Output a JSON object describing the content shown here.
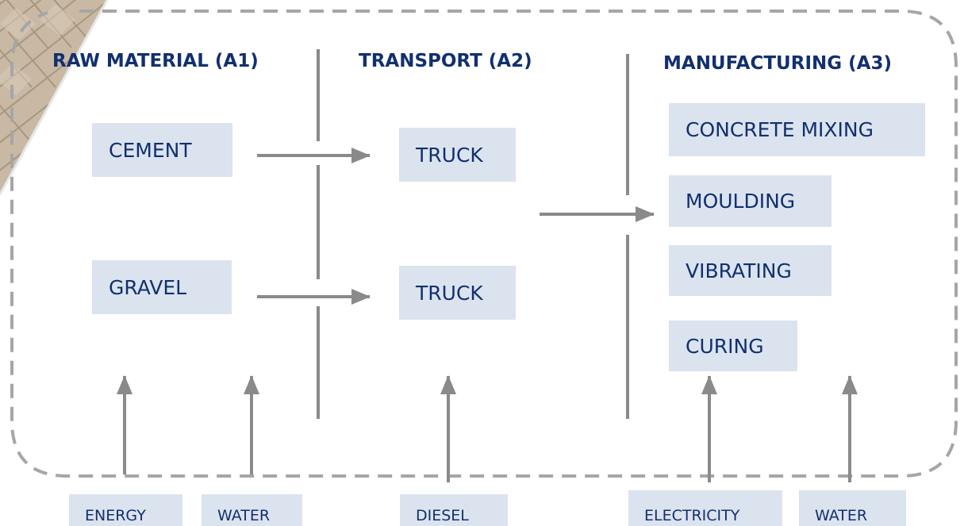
{
  "headings": {
    "a1": "RAW MATERIAL (A1)",
    "a2": "TRANSPORT (A2)",
    "a3": "MANUFACTURING (A3)"
  },
  "raw_materials": [
    "CEMENT",
    "GRAVEL"
  ],
  "transport": [
    "TRUCK",
    "TRUCK"
  ],
  "manufacturing": [
    "CONCRETE MIXING",
    "MOULDING",
    "VIBRATING",
    "CURING"
  ],
  "inputs": {
    "a1": [
      "ENERGY",
      "WATER"
    ],
    "a2": [
      "DIESEL"
    ],
    "a3": [
      "ELECTRICITY",
      "WATER"
    ]
  },
  "colors": {
    "text": "#12306e",
    "box_fill": "#dbe3ef",
    "arrow": "#8a8a8a",
    "dashed_border": "#a6a6a6"
  }
}
